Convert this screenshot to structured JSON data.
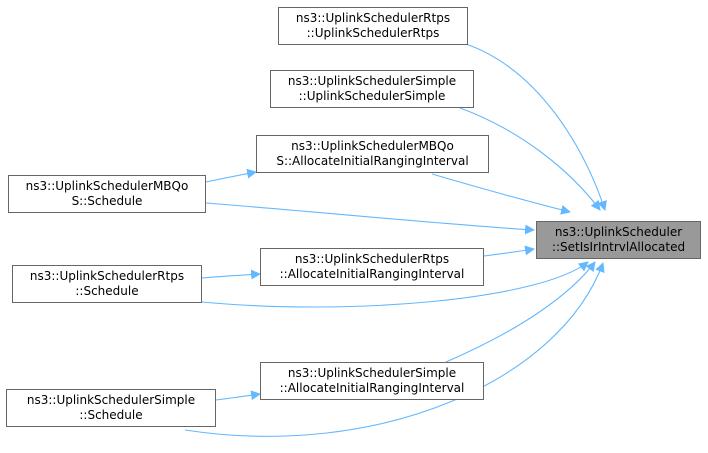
{
  "colors": {
    "edge": "#63b8ff",
    "node_border": "#666666",
    "target_fill": "#999999",
    "node_fill": "#ffffff"
  },
  "target": {
    "line1": "ns3::UplinkScheduler",
    "line2": "::SetIsIrIntrvlAllocated"
  },
  "nodes": {
    "rtps_ctor": {
      "line1": "ns3::UplinkSchedulerRtps",
      "line2": "::UplinkSchedulerRtps"
    },
    "simple_ctor": {
      "line1": "ns3::UplinkSchedulerSimple",
      "line2": "::UplinkSchedulerSimple"
    },
    "mbqos_alloc": {
      "line1": "ns3::UplinkSchedulerMBQo",
      "line2": "S::AllocateInitialRangingInterval"
    },
    "mbqos_sched": {
      "line1": "ns3::UplinkSchedulerMBQo",
      "line2": "S::Schedule"
    },
    "rtps_alloc": {
      "line1": "ns3::UplinkSchedulerRtps",
      "line2": "::AllocateInitialRangingInterval"
    },
    "rtps_sched": {
      "line1": "ns3::UplinkSchedulerRtps",
      "line2": "::Schedule"
    },
    "simple_alloc": {
      "line1": "ns3::UplinkSchedulerSimple",
      "line2": "::AllocateInitialRangingInterval"
    },
    "simple_sched": {
      "line1": "ns3::UplinkSchedulerSimple",
      "line2": "::Schedule"
    }
  }
}
